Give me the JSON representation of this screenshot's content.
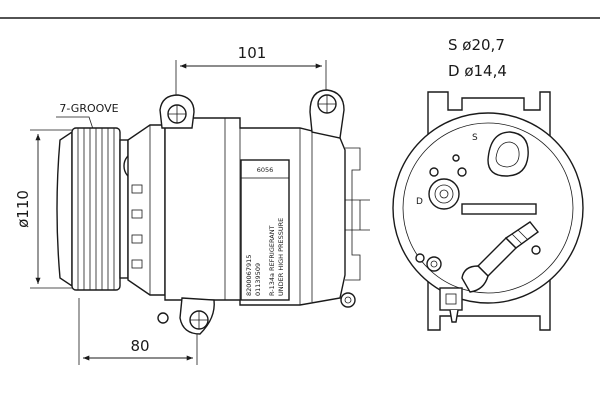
{
  "side_view": {
    "dim_width": "101",
    "dim_height": "ø110",
    "dim_offset": "80",
    "pulley_label": "7-GROOVE",
    "label_plate": {
      "code": "6056",
      "part_number_1": "8200067915",
      "part_number_2": "01139509",
      "refrigerant": "R-134a REFRIGERANT",
      "pressure": "UNDER HIGH PRESSURE"
    }
  },
  "rear_view": {
    "suction_spec": "S  ø20,7",
    "discharge_spec": "D  ø14,4",
    "port_suction_letter": "S",
    "port_discharge_letter": "D"
  }
}
